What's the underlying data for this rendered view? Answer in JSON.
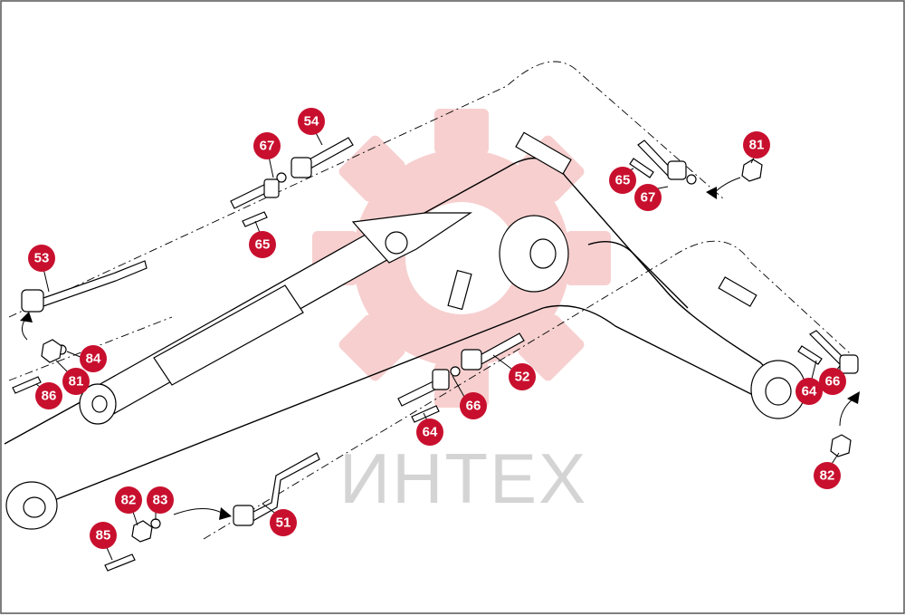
{
  "diagram": {
    "watermark": {
      "text": "ИНТЕХ",
      "gear_color": "#f2a8a8",
      "text_color": "#d4d4d4"
    },
    "badge_color": "#c8102e",
    "callouts": [
      {
        "label": "54"
      },
      {
        "label": "67"
      },
      {
        "label": "65"
      },
      {
        "label": "81"
      },
      {
        "label": "65"
      },
      {
        "label": "67"
      },
      {
        "label": "53"
      },
      {
        "label": "84"
      },
      {
        "label": "81"
      },
      {
        "label": "86"
      },
      {
        "label": "52"
      },
      {
        "label": "66"
      },
      {
        "label": "64"
      },
      {
        "label": "64"
      },
      {
        "label": "66"
      },
      {
        "label": "82"
      },
      {
        "label": "83"
      },
      {
        "label": "51"
      },
      {
        "label": "85"
      },
      {
        "label": "82"
      }
    ]
  }
}
